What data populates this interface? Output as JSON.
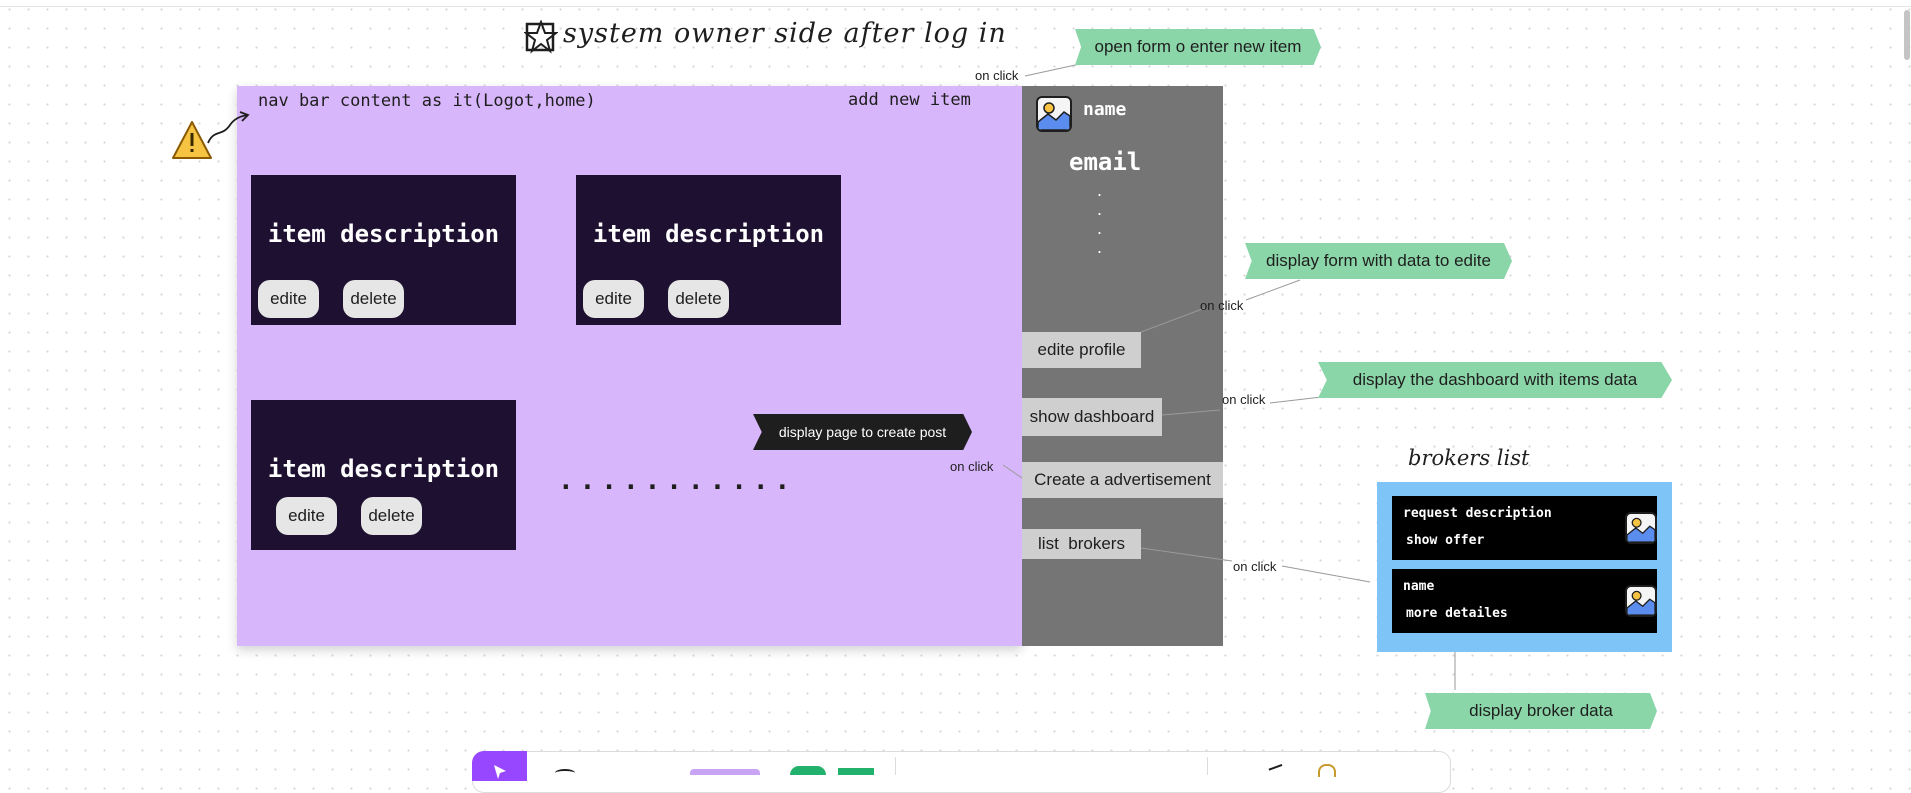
{
  "title": "system owner side after log in",
  "frame": {
    "nav_text": "nav bar content as it(Logot,home)",
    "add_new": "add new item",
    "cards": [
      {
        "title": "item description",
        "edit": "edite",
        "delete": "delete"
      },
      {
        "title": "item description",
        "edit": "edite",
        "delete": "delete"
      },
      {
        "title": "item description",
        "edit": "edite",
        "delete": "delete"
      }
    ],
    "ellipsis": "...........",
    "create_post_flag": "display page to create post"
  },
  "sidebar": {
    "name": "name",
    "email": "email",
    "dots": [
      ".",
      ".",
      ".",
      "."
    ],
    "buttons": [
      "edite profile",
      "show dashboard",
      "Create a advertisement",
      "list  brokers"
    ]
  },
  "annotations": {
    "on_click": "on click",
    "flags": [
      "open form o enter new item",
      "display form with data to edite",
      "display the dashboard with items data",
      "display broker data"
    ]
  },
  "brokers": {
    "title": "brokers list",
    "rows": [
      {
        "line1": "request description",
        "line2": "show offer"
      },
      {
        "line1": "name",
        "line2": "more detailes"
      }
    ]
  },
  "colors": {
    "frame": "#d8b6fb",
    "sidebar": "#757575",
    "card": "#1e1030",
    "flag": "#8bd6a8",
    "brokers_box": "#7fc4f7"
  }
}
